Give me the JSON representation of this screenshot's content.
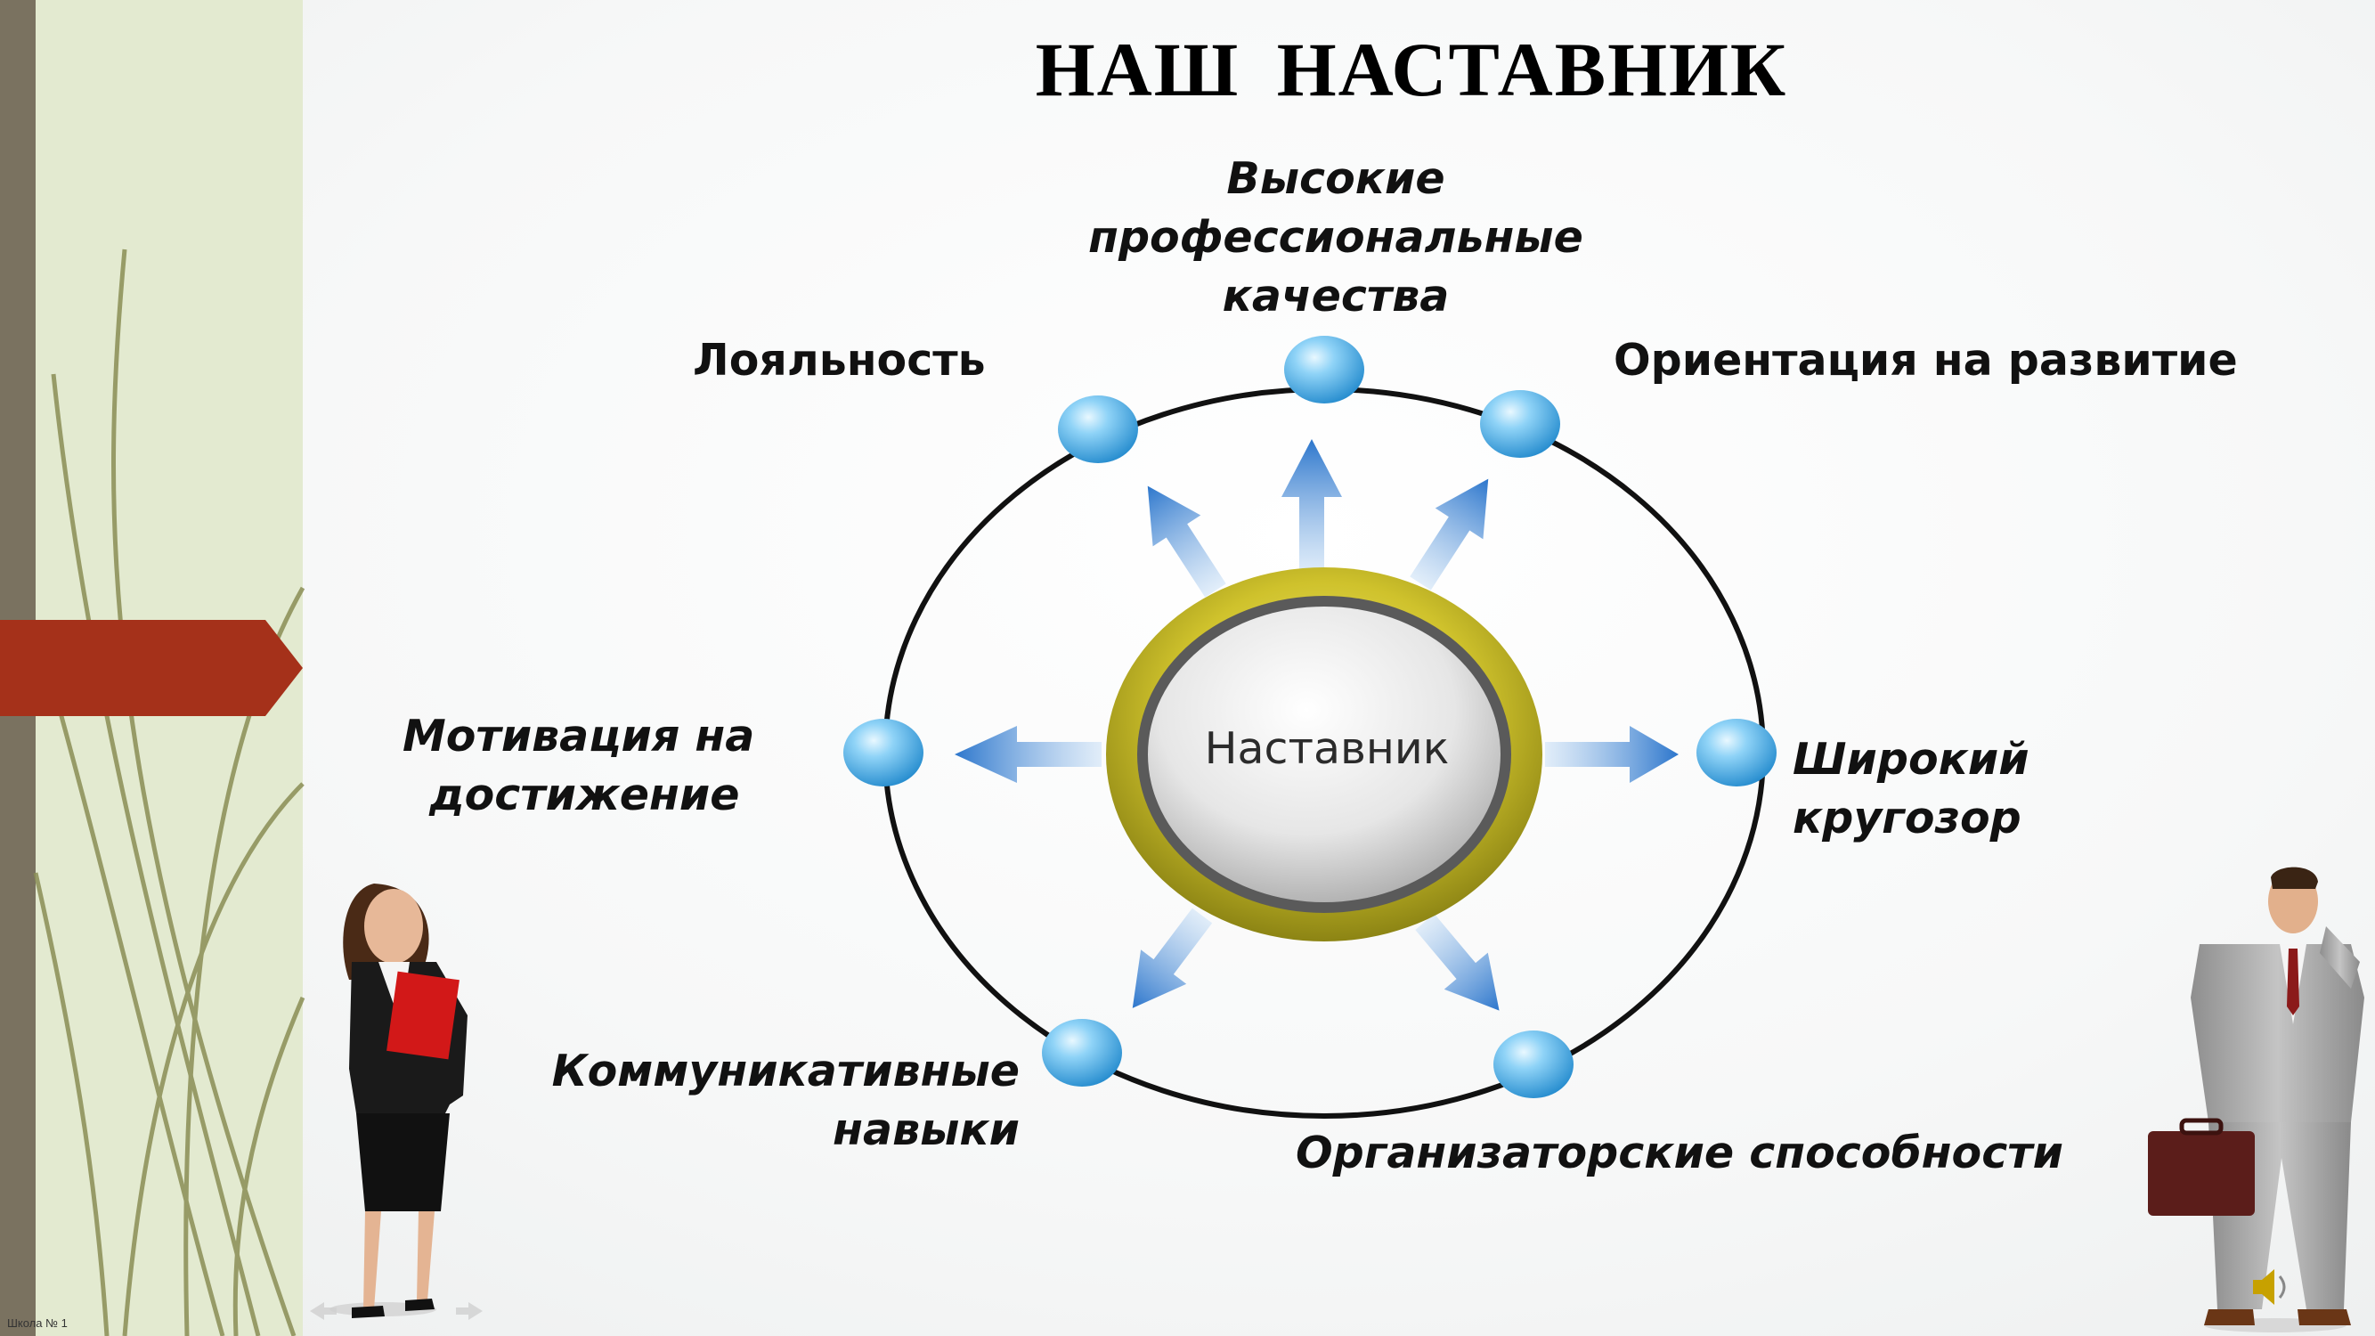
{
  "slide": {
    "title": "НАШ  НАСТАВНИК",
    "center_label": "Наставник",
    "labels": {
      "top": [
        "Высокие",
        "профессиональные",
        "качества"
      ],
      "top_left": "Лояльность",
      "top_right": "Ориентация на развитие",
      "left": [
        "Мотивация на",
        "достижение"
      ],
      "right": [
        "Широкий",
        "кругозор"
      ],
      "bottom_left": [
        "Коммуникативные",
        "навыки"
      ],
      "bottom_right": "Организаторские способности"
    },
    "footer": "Школа № 1"
  },
  "colors": {
    "sidebar_dark": "#7a7260",
    "sidebar_light": "#e3ead0",
    "accent_arrow": "#a5311a",
    "node_blue": "#4fb0e8",
    "arrow_blue": "#3a80d0",
    "ring_gold": "#c9bf2a",
    "ring_line": "#111111"
  },
  "icons": [
    "speaker-icon",
    "prev-arrow-icon",
    "next-arrow-icon"
  ]
}
